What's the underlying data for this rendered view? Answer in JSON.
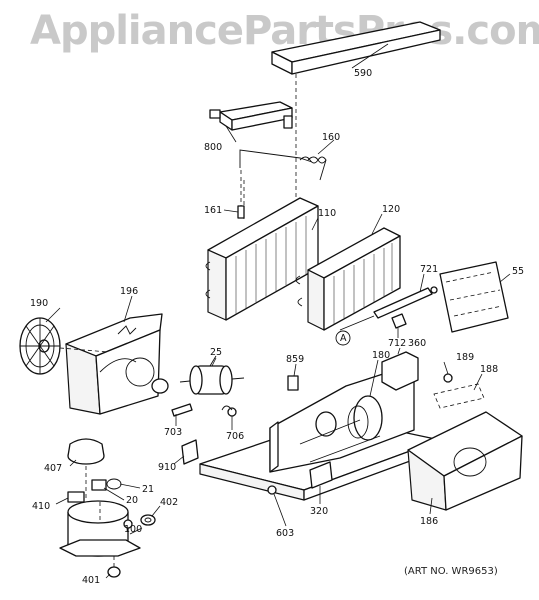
{
  "watermark": "AppliancePartsPros.com",
  "art_number": "(ART NO. WR9653)",
  "callouts": {
    "p590": "590",
    "p800": "800",
    "p160": "160",
    "p161": "161",
    "p110": "110",
    "p120": "120",
    "p721": "721",
    "p55": "55",
    "p196": "196",
    "p190": "190",
    "p25": "25",
    "pA": "A",
    "p712": "712",
    "p360": "360",
    "p859": "859",
    "p180": "180",
    "p189": "189",
    "p188": "188",
    "p703": "703",
    "p706": "706",
    "p407": "407",
    "p910": "910",
    "p21": "21",
    "p20": "20",
    "p410": "410",
    "p402": "402",
    "p100": "100",
    "p603": "603",
    "p320": "320",
    "p186": "186",
    "p401": "401"
  }
}
